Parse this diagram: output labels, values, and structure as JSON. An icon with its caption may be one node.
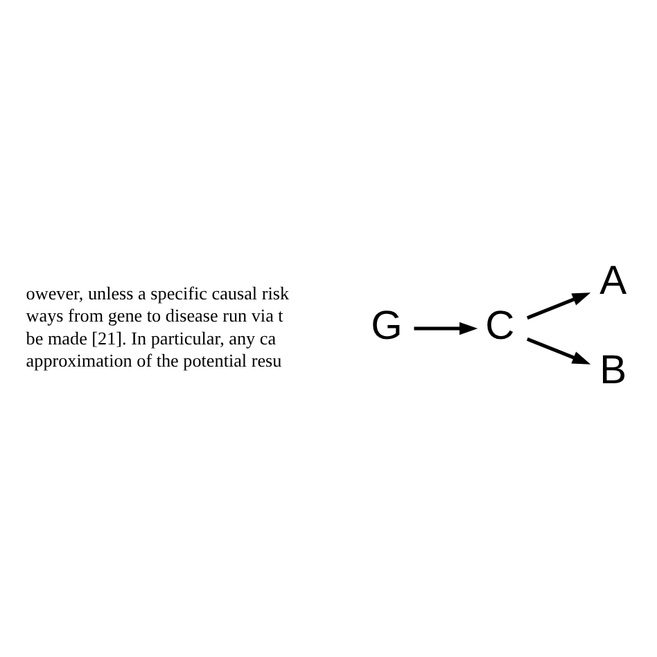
{
  "diagram": {
    "nodes": [
      {
        "text": [
          "G"
        ]
      },
      {
        "text": [
          "C"
        ]
      },
      {
        "text": [
          "A"
        ]
      },
      {
        "text": [
          "B"
        ]
      }
    ],
    "edges": [
      {
        "from": 0,
        "to": 1,
        "arrow": "to"
      },
      {
        "from": 1,
        "to": 2,
        "arrow": "to"
      },
      {
        "from": 1,
        "to": 3,
        "arrow": "to"
      }
    ],
    "labels": [
      "owever, unless a specific causal risk",
      "ways from gene to disease run via t",
      "be made [21]. In particular, any ca",
      "approximation of the potential resu"
    ]
  }
}
